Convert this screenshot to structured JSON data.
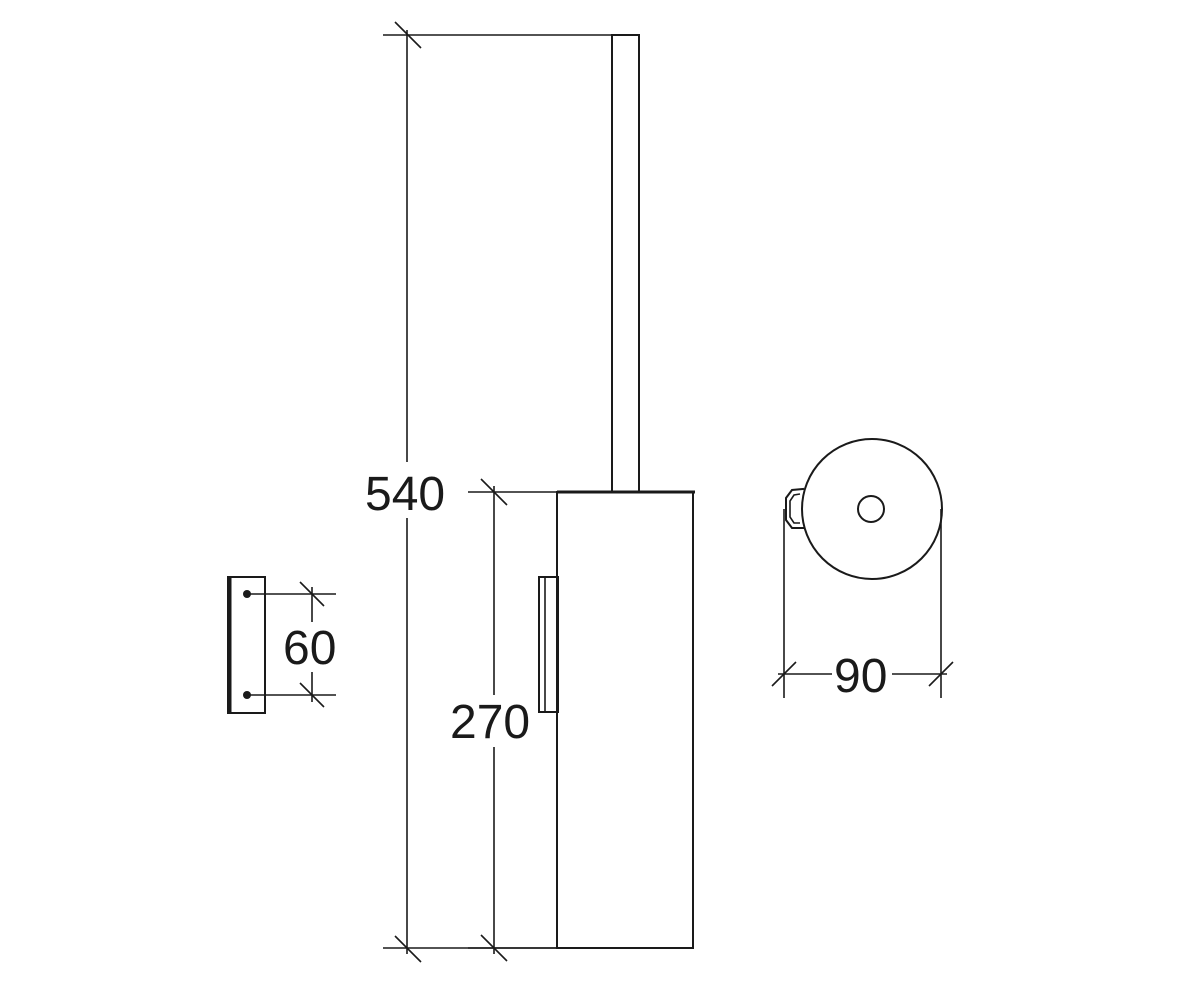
{
  "dimensions": {
    "total_height": "540",
    "container_height": "270",
    "bracket_spacing": "60",
    "diameter": "90"
  },
  "colors": {
    "line": "#1a1a1a",
    "background": "#ffffff"
  }
}
